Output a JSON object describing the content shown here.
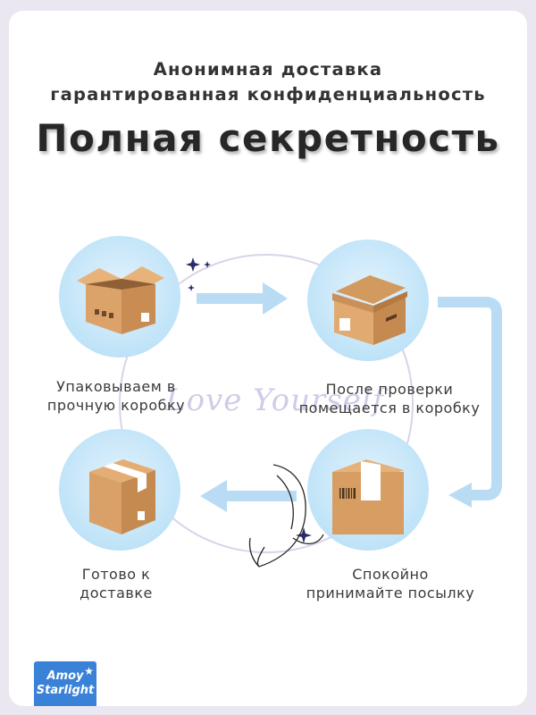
{
  "header": {
    "line1": "Анонимная доставка",
    "line2": "гарантированная конфиденциальность",
    "title": "Полная секретность"
  },
  "steps": [
    {
      "label_line1": "Упаковываем в",
      "label_line2": "прочную коробку",
      "icon": "open-box-icon"
    },
    {
      "label_line1": "После проверки",
      "label_line2": "помещается в коробку",
      "icon": "closed-box-icon"
    },
    {
      "label_line1": "Спокойно",
      "label_line2": "принимайте посылку",
      "icon": "shipping-box-icon"
    },
    {
      "label_line1": "Готово к",
      "label_line2": "доставке",
      "icon": "taped-box-icon"
    }
  ],
  "watermark": "Love Yourself",
  "brand": {
    "line1": "Amoy",
    "line2": "Starlight"
  },
  "colors": {
    "background": "#eae7f1",
    "arrow": "#b9dcf4",
    "circle": "#bfe3f8",
    "box": "#d9a56e",
    "brand": "#3a82d8"
  }
}
